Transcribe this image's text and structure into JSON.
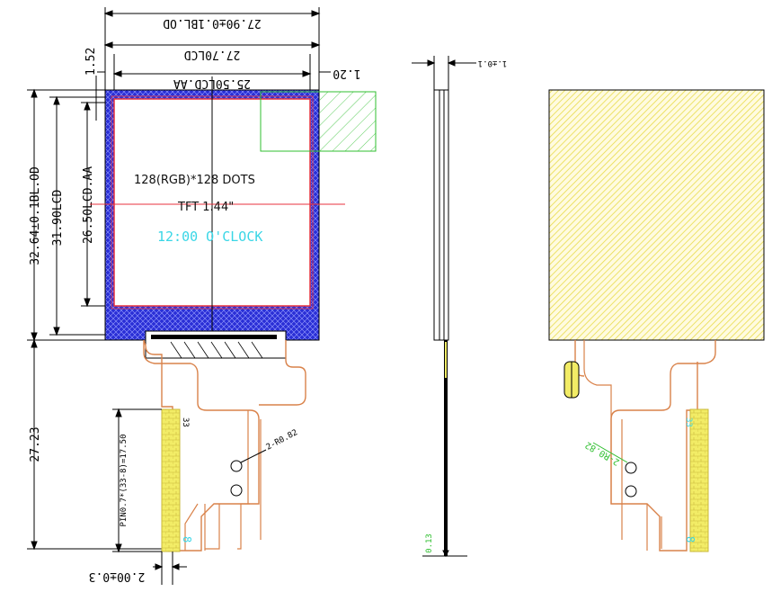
{
  "dimensions": {
    "bl_od_width": "27.90±0.1BL.OD",
    "lcd_width": "27.70LCD",
    "lcd_aa_width": "25.50LCD.AA",
    "left_offset": "1.52",
    "right_offset": "1.20",
    "side_thickness": "1.±0.1",
    "bl_od_height": "32.64±0.1BL.OD",
    "lcd_height": "31.90LCD",
    "lcd_aa_height": "26.50LCD.AA",
    "fpc_length": "27.23",
    "pin_pitch": "PIN0.7*(33-8)=17.50",
    "fpc_tab_width": "2.00±0.3",
    "fpc_thickness": "0.13",
    "hole_note_front": "2-R0.82",
    "hole_note_back": "2-R0.82"
  },
  "panel": {
    "resolution": "128(RGB)*128 DOTS",
    "type": "TFT 1.44\"",
    "clock_text": "12:00 O'CLOCK"
  },
  "pins": {
    "first_front": "33",
    "last_front": "8",
    "first_back": "33",
    "last_back": "8"
  },
  "colors": {
    "bezel": "#2a2fd6",
    "active_area_border": "#e8323c",
    "center_lines": "#e8323c",
    "fpc": "#d9824a",
    "backlight": "#f2ec66",
    "note_green": "#2fbf2f",
    "clock_text": "#3ad6e6"
  }
}
